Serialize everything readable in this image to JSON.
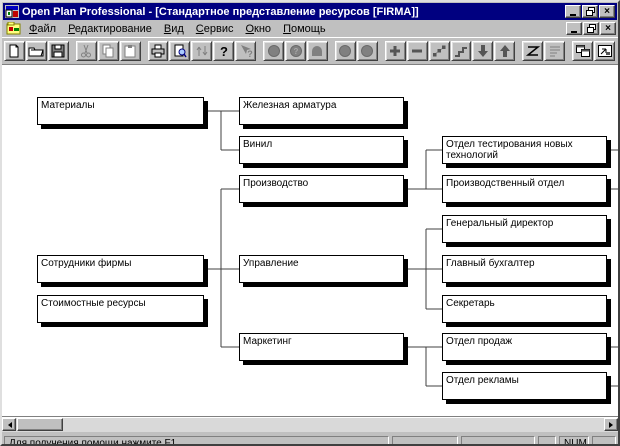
{
  "window": {
    "title": "Open Plan Professional - [Стандартное представление ресурсов [FIRMA]]"
  },
  "menu": {
    "items": [
      "Файл",
      "Редактирование",
      "Вид",
      "Сервис",
      "Окно",
      "Помощь"
    ]
  },
  "toolbar": {
    "buttons": [
      {
        "icon": "new-document-icon",
        "enabled": true
      },
      {
        "icon": "open-folder-icon",
        "enabled": true
      },
      {
        "icon": "save-icon",
        "enabled": true
      },
      {
        "icon": "cut-icon",
        "enabled": false
      },
      {
        "icon": "copy-icon",
        "enabled": false
      },
      {
        "icon": "paste-icon",
        "enabled": false
      },
      {
        "icon": "print-icon",
        "enabled": true
      },
      {
        "icon": "print-preview-icon",
        "enabled": true
      },
      {
        "icon": "sort-arrows-icon",
        "enabled": false
      },
      {
        "icon": "help-icon",
        "enabled": true
      },
      {
        "icon": "context-help-icon",
        "enabled": false
      },
      {
        "icon": "circle-tool-icon",
        "enabled": false
      },
      {
        "icon": "circle-question-icon",
        "enabled": false
      },
      {
        "icon": "dome-tool-icon",
        "enabled": false
      },
      {
        "icon": "circle-tool-2-icon",
        "enabled": false
      },
      {
        "icon": "circle-tool-3-icon",
        "enabled": false
      },
      {
        "icon": "expand-plus-icon",
        "enabled": true
      },
      {
        "icon": "collapse-minus-icon",
        "enabled": true
      },
      {
        "icon": "link-nodes-icon",
        "enabled": true
      },
      {
        "icon": "steps-icon",
        "enabled": true
      },
      {
        "icon": "arrow-down-icon",
        "enabled": true
      },
      {
        "icon": "arrow-up-icon",
        "enabled": true
      },
      {
        "icon": "zigzag-icon",
        "enabled": true
      },
      {
        "icon": "notes-icon",
        "enabled": false
      },
      {
        "icon": "window-cascade-icon",
        "enabled": true
      },
      {
        "icon": "window-fit-icon",
        "enabled": true
      }
    ]
  },
  "tree": {
    "nodes": [
      {
        "label": "Материалы",
        "level": 1
      },
      {
        "label": "Сотрудники фирмы",
        "level": 1
      },
      {
        "label": "Стоимостные ресурсы",
        "level": 1
      },
      {
        "label": "Железная арматура",
        "level": 2,
        "parent": "Материалы"
      },
      {
        "label": "Винил",
        "level": 2,
        "parent": "Материалы"
      },
      {
        "label": "Производство",
        "level": 2,
        "parent": "Сотрудники фирмы"
      },
      {
        "label": "Управление",
        "level": 2,
        "parent": "Сотрудники фирмы"
      },
      {
        "label": "Маркетинг",
        "level": 2,
        "parent": "Сотрудники фирмы"
      },
      {
        "label": "Отдел тестирования новых технологий",
        "level": 3,
        "parent": "Производство"
      },
      {
        "label": "Производственный отдел",
        "level": 3,
        "parent": "Производство"
      },
      {
        "label": "Генеральный директор",
        "level": 3,
        "parent": "Управление"
      },
      {
        "label": "Главный бухгалтер",
        "level": 3,
        "parent": "Управление"
      },
      {
        "label": "Секретарь",
        "level": 3,
        "parent": "Управление"
      },
      {
        "label": "Отдел продаж",
        "level": 3,
        "parent": "Маркетинг"
      },
      {
        "label": "Отдел рекламы",
        "level": 3,
        "parent": "Маркетинг"
      }
    ]
  },
  "statusbar": {
    "message": "Для получения помощи нажмите F1",
    "num_indicator": "NUM"
  },
  "colors": {
    "titlebar": "#000080",
    "chrome": "#c0c0c0",
    "canvas": "#ffffff",
    "node_border": "#000000",
    "node_shadow": "#000000",
    "connector": "#404040"
  }
}
